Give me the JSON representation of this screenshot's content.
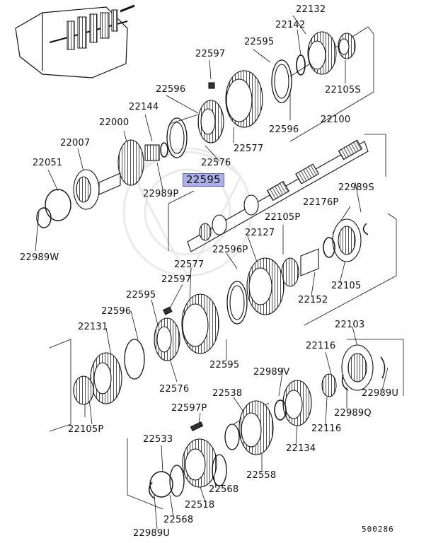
{
  "diagram_id": "500286",
  "highlight_color": "#aab0e8",
  "parts": [
    {
      "id": "lbl-22132",
      "num": "22132"
    },
    {
      "id": "lbl-22142",
      "num": "22142"
    },
    {
      "id": "lbl-22597-top",
      "num": "22597"
    },
    {
      "id": "lbl-22595-top",
      "num": "22595"
    },
    {
      "id": "lbl-22596-top",
      "num": "22596"
    },
    {
      "id": "lbl-22105S",
      "num": "22105S"
    },
    {
      "id": "lbl-22144",
      "num": "22144"
    },
    {
      "id": "lbl-22596-right",
      "num": "22596"
    },
    {
      "id": "lbl-22000",
      "num": "22000"
    },
    {
      "id": "lbl-22100",
      "num": "22100"
    },
    {
      "id": "lbl-22577-top",
      "num": "22577"
    },
    {
      "id": "lbl-22007",
      "num": "22007"
    },
    {
      "id": "lbl-22576-top",
      "num": "22576"
    },
    {
      "id": "lbl-22051",
      "num": "22051"
    },
    {
      "id": "lbl-22595-highlight",
      "num": "22595",
      "highlight": true
    },
    {
      "id": "lbl-22989S",
      "num": "22989S"
    },
    {
      "id": "lbl-22989P",
      "num": "22989P"
    },
    {
      "id": "lbl-22176P",
      "num": "22176P"
    },
    {
      "id": "lbl-22105P-mid",
      "num": "22105P"
    },
    {
      "id": "lbl-22127",
      "num": "22127"
    },
    {
      "id": "lbl-22989W",
      "num": "22989W"
    },
    {
      "id": "lbl-22596P",
      "num": "22596P"
    },
    {
      "id": "lbl-22577-mid",
      "num": "22577"
    },
    {
      "id": "lbl-22597-mid",
      "num": "22597"
    },
    {
      "id": "lbl-22105-mid",
      "num": "22105"
    },
    {
      "id": "lbl-22595-mid",
      "num": "22595"
    },
    {
      "id": "lbl-22152",
      "num": "22152"
    },
    {
      "id": "lbl-22596-mid",
      "num": "22596"
    },
    {
      "id": "lbl-22131",
      "num": "22131"
    },
    {
      "id": "lbl-22103",
      "num": "22103"
    },
    {
      "id": "lbl-22116-top",
      "num": "22116"
    },
    {
      "id": "lbl-22595-low",
      "num": "22595"
    },
    {
      "id": "lbl-22989V",
      "num": "22989V"
    },
    {
      "id": "lbl-22576-low",
      "num": "22576"
    },
    {
      "id": "lbl-22538",
      "num": "22538"
    },
    {
      "id": "lbl-22989U-right",
      "num": "22989U"
    },
    {
      "id": "lbl-22597P",
      "num": "22597P"
    },
    {
      "id": "lbl-22989Q",
      "num": "22989Q"
    },
    {
      "id": "lbl-22105P-low",
      "num": "22105P"
    },
    {
      "id": "lbl-22116-low",
      "num": "22116"
    },
    {
      "id": "lbl-22533",
      "num": "22533"
    },
    {
      "id": "lbl-22134",
      "num": "22134"
    },
    {
      "id": "lbl-22558",
      "num": "22558"
    },
    {
      "id": "lbl-22568-right",
      "num": "22568"
    },
    {
      "id": "lbl-22518",
      "num": "22518"
    },
    {
      "id": "lbl-22568-left",
      "num": "22568"
    },
    {
      "id": "lbl-22989U-left",
      "num": "22989U"
    }
  ]
}
